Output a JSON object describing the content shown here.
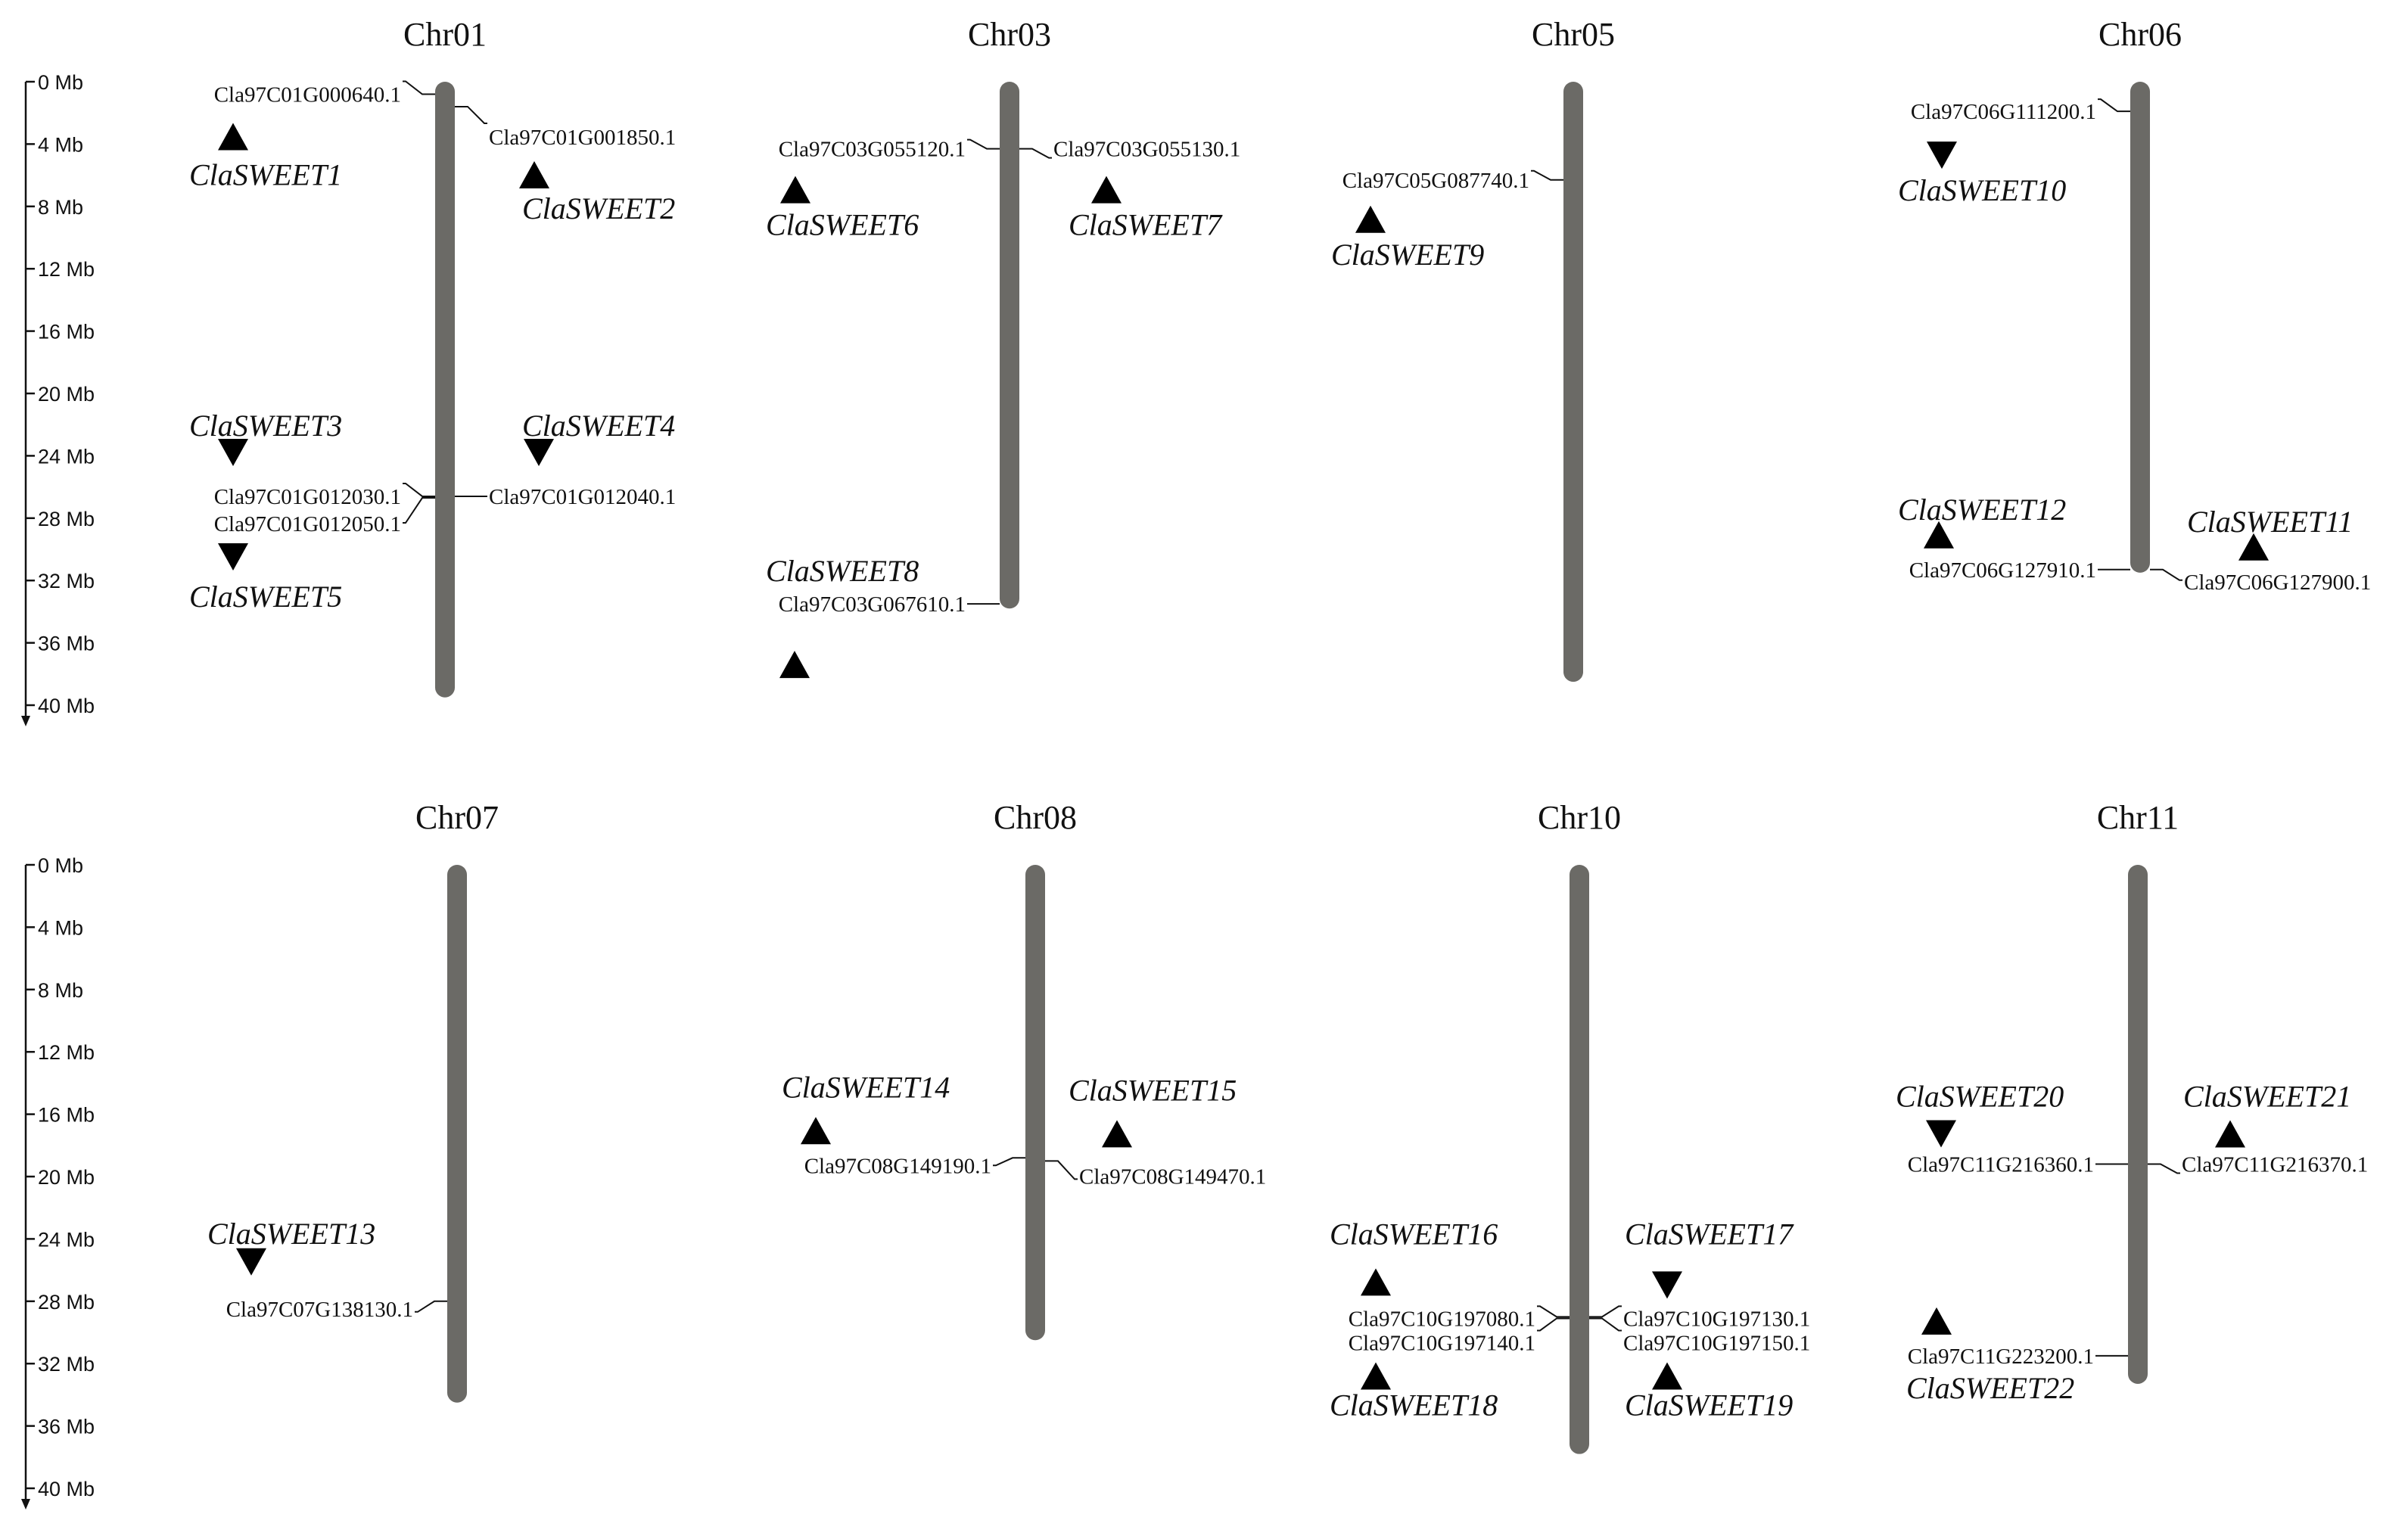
{
  "scale": {
    "unit": "Mb",
    "tick_labels": [
      "0 Mb",
      "4 Mb",
      "8 Mb",
      "12 Mb",
      "16 Mb",
      "20 Mb",
      "24 Mb",
      "28 Mb",
      "32 Mb",
      "36 Mb",
      "40 Mb"
    ]
  },
  "colors": {
    "chromosome": "#6b6a66",
    "line": "#111111",
    "triangle": "#000000"
  },
  "chromosomes": [
    {
      "name": "Chr01",
      "row": 0,
      "length_mb": 39.5
    },
    {
      "name": "Chr03",
      "row": 0,
      "length_mb": 33.8
    },
    {
      "name": "Chr05",
      "row": 0,
      "length_mb": 38.5
    },
    {
      "name": "Chr06",
      "row": 0,
      "length_mb": 31.5
    },
    {
      "name": "Chr07",
      "row": 1,
      "length_mb": 34.5
    },
    {
      "name": "Chr08",
      "row": 1,
      "length_mb": 30.5
    },
    {
      "name": "Chr10",
      "row": 1,
      "length_mb": 37.8
    },
    {
      "name": "Chr11",
      "row": 1,
      "length_mb": 33.3
    }
  ],
  "genes": [
    {
      "chr": "Chr01",
      "id": "Cla97C01G000640.1",
      "name": "ClaSWEET1",
      "side": "left",
      "pos_mb": 0.8,
      "strand": "+"
    },
    {
      "chr": "Chr01",
      "id": "Cla97C01G001850.1",
      "name": "ClaSWEET2",
      "side": "right",
      "pos_mb": 1.6,
      "strand": "+"
    },
    {
      "chr": "Chr01",
      "id": "Cla97C01G012030.1",
      "name": "ClaSWEET3",
      "side": "left",
      "pos_mb": 26.6,
      "strand": "-"
    },
    {
      "chr": "Chr01",
      "id": "Cla97C01G012040.1",
      "name": "ClaSWEET4",
      "side": "right",
      "pos_mb": 26.6,
      "strand": "-"
    },
    {
      "chr": "Chr01",
      "id": "Cla97C01G012050.1",
      "name": "ClaSWEET5",
      "side": "left",
      "pos_mb": 26.7,
      "strand": "-"
    },
    {
      "chr": "Chr03",
      "id": "Cla97C03G055120.1",
      "name": "ClaSWEET6",
      "side": "left",
      "pos_mb": 4.3,
      "strand": "+"
    },
    {
      "chr": "Chr03",
      "id": "Cla97C03G055130.1",
      "name": "ClaSWEET7",
      "side": "right",
      "pos_mb": 4.3,
      "strand": "+"
    },
    {
      "chr": "Chr03",
      "id": "Cla97C03G067610.1",
      "name": "ClaSWEET8",
      "side": "left",
      "pos_mb": 33.5,
      "strand": "+"
    },
    {
      "chr": "Chr05",
      "id": "Cla97C05G087740.1",
      "name": "ClaSWEET9",
      "side": "left",
      "pos_mb": 6.3,
      "strand": "+"
    },
    {
      "chr": "Chr06",
      "id": "Cla97C06G111200.1",
      "name": "ClaSWEET10",
      "side": "left",
      "pos_mb": 1.9,
      "strand": "-"
    },
    {
      "chr": "Chr06",
      "id": "Cla97C06G127900.1",
      "name": "ClaSWEET11",
      "side": "right",
      "pos_mb": 31.3,
      "strand": "+"
    },
    {
      "chr": "Chr06",
      "id": "Cla97C06G127910.1",
      "name": "ClaSWEET12",
      "side": "left",
      "pos_mb": 31.3,
      "strand": "+"
    },
    {
      "chr": "Chr07",
      "id": "Cla97C07G138130.1",
      "name": "ClaSWEET13",
      "side": "left",
      "pos_mb": 28.0,
      "strand": "-"
    },
    {
      "chr": "Chr08",
      "id": "Cla97C08G149190.1",
      "name": "ClaSWEET14",
      "side": "left",
      "pos_mb": 18.8,
      "strand": "+"
    },
    {
      "chr": "Chr08",
      "id": "Cla97C08G149470.1",
      "name": "ClaSWEET15",
      "side": "right",
      "pos_mb": 19.0,
      "strand": "+"
    },
    {
      "chr": "Chr10",
      "id": "Cla97C10G197080.1",
      "name": "ClaSWEET16",
      "side": "left",
      "pos_mb": 29.0,
      "strand": "+"
    },
    {
      "chr": "Chr10",
      "id": "Cla97C10G197130.1",
      "name": "ClaSWEET17",
      "side": "right",
      "pos_mb": 29.0,
      "strand": "-"
    },
    {
      "chr": "Chr10",
      "id": "Cla97C10G197140.1",
      "name": "ClaSWEET18",
      "side": "left",
      "pos_mb": 29.1,
      "strand": "+"
    },
    {
      "chr": "Chr10",
      "id": "Cla97C10G197150.1",
      "name": "ClaSWEET19",
      "side": "right",
      "pos_mb": 29.1,
      "strand": "+"
    },
    {
      "chr": "Chr11",
      "id": "Cla97C11G216360.1",
      "name": "ClaSWEET20",
      "side": "left",
      "pos_mb": 19.2,
      "strand": "-"
    },
    {
      "chr": "Chr11",
      "id": "Cla97C11G216370.1",
      "name": "ClaSWEET21",
      "side": "right",
      "pos_mb": 19.2,
      "strand": "+"
    },
    {
      "chr": "Chr11",
      "id": "Cla97C11G223200.1",
      "name": "ClaSWEET22",
      "side": "left",
      "pos_mb": 31.5,
      "strand": "+"
    }
  ]
}
